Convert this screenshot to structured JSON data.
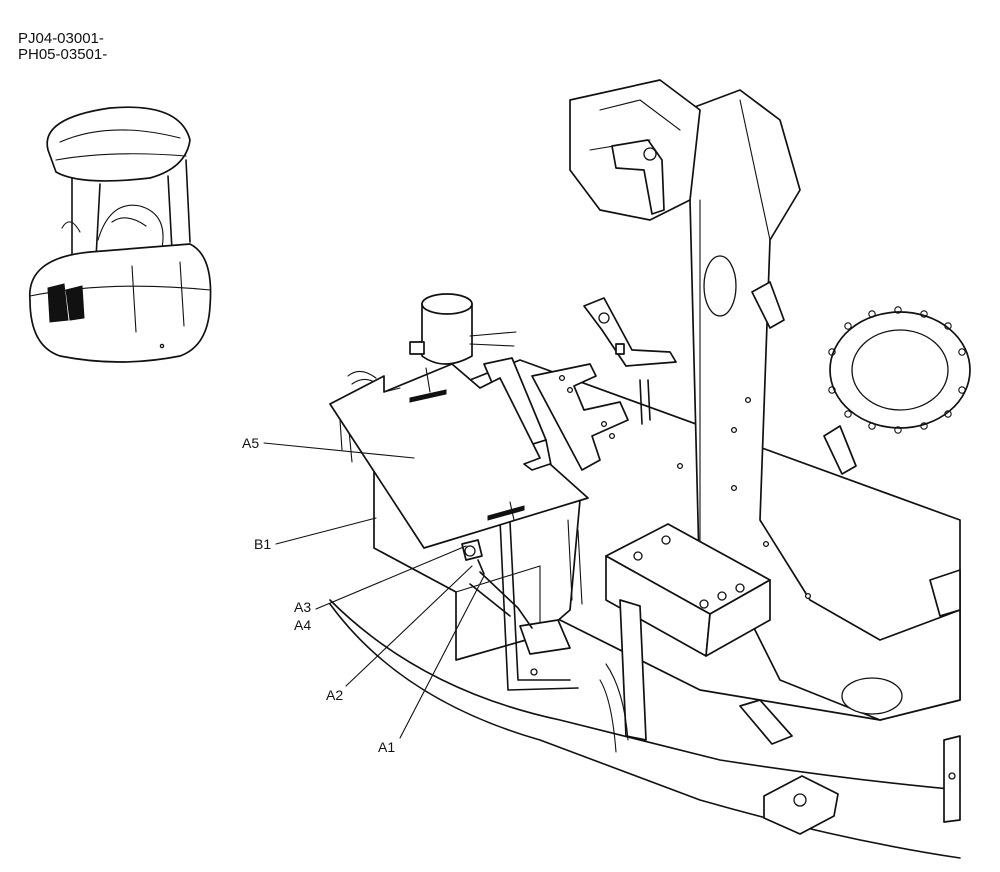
{
  "serials": [
    "PJ04-03001-",
    "PH05-03501-"
  ],
  "callouts": [
    {
      "id": "A5",
      "label": "A5"
    },
    {
      "id": "B1",
      "label": "B1"
    },
    {
      "id": "A3",
      "label": "A3"
    },
    {
      "id": "A4",
      "label": "A4"
    },
    {
      "id": "A2",
      "label": "A2"
    },
    {
      "id": "A1",
      "label": "A1"
    }
  ]
}
